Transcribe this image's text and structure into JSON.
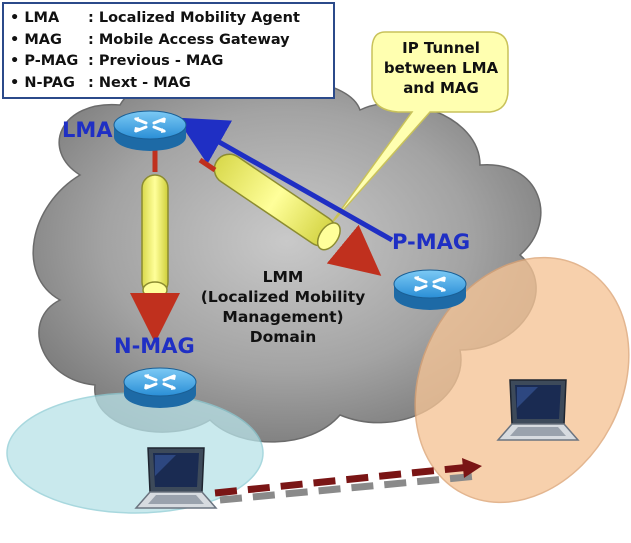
{
  "legend": [
    {
      "abbr": "• LMA",
      "def": ": Localized Mobility Agent"
    },
    {
      "abbr": "• MAG",
      "def": ": Mobile Access Gateway"
    },
    {
      "abbr": "• P-MAG",
      "def": ": Previous - MAG"
    },
    {
      "abbr": "• N-PAG",
      "def": ": Next - MAG"
    }
  ],
  "callout": {
    "line1": "IP Tunnel",
    "line2": "between LMA",
    "line3": "and MAG"
  },
  "labels": {
    "lma": "LMA",
    "pmag": "P-MAG",
    "nmag": "N-MAG"
  },
  "domain": {
    "line1": "LMM",
    "line2": "(Localized Mobility",
    "line3": "Management)",
    "line4": "Domain"
  },
  "colors": {
    "cloud": "#8c8c8c",
    "label_blue": "#1f2fc4",
    "tunnel": "#ffff70",
    "arrow_red": "#c0301e",
    "router": "#2a8ed6",
    "cell_left": "#b8e2e8",
    "cell_right": "#f5c496",
    "callout": "#ffffb0"
  },
  "icons": [
    "router-icon",
    "laptop-icon",
    "cloud-shape"
  ]
}
